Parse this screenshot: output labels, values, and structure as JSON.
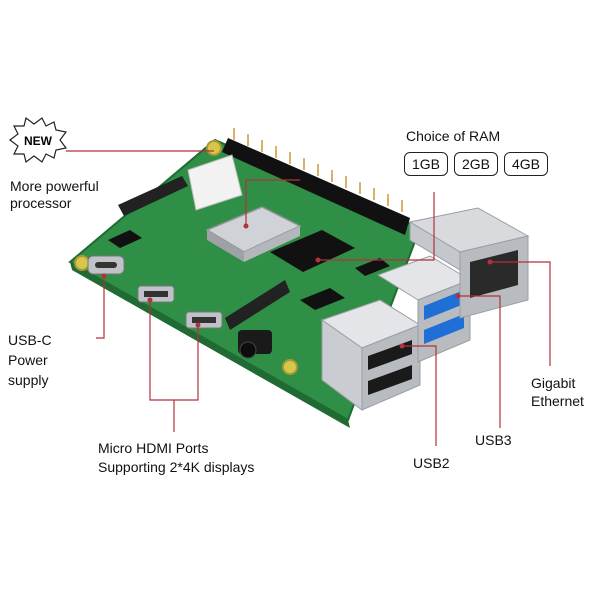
{
  "badge": {
    "text": "NEW"
  },
  "labels": {
    "processor": [
      "More powerful",
      "processor"
    ],
    "ram_title": "Choice of RAM",
    "ram_options": [
      "1GB",
      "2GB",
      "4GB"
    ],
    "usbc": [
      "USB-C",
      "Power",
      "supply"
    ],
    "hdmi_title": "Micro HDMI Ports",
    "hdmi_sub": "Supporting 2*4K displays",
    "usb2": "USB2",
    "usb3": "USB3",
    "ethernet": [
      "Gigabit",
      "Ethernet"
    ]
  },
  "colors": {
    "leader": "#b5303a",
    "pcb": "#2f8f46",
    "pcb_dark": "#1f6b33",
    "usb3_blue": "#1f6fd6",
    "metal": "#cfd2d6"
  }
}
